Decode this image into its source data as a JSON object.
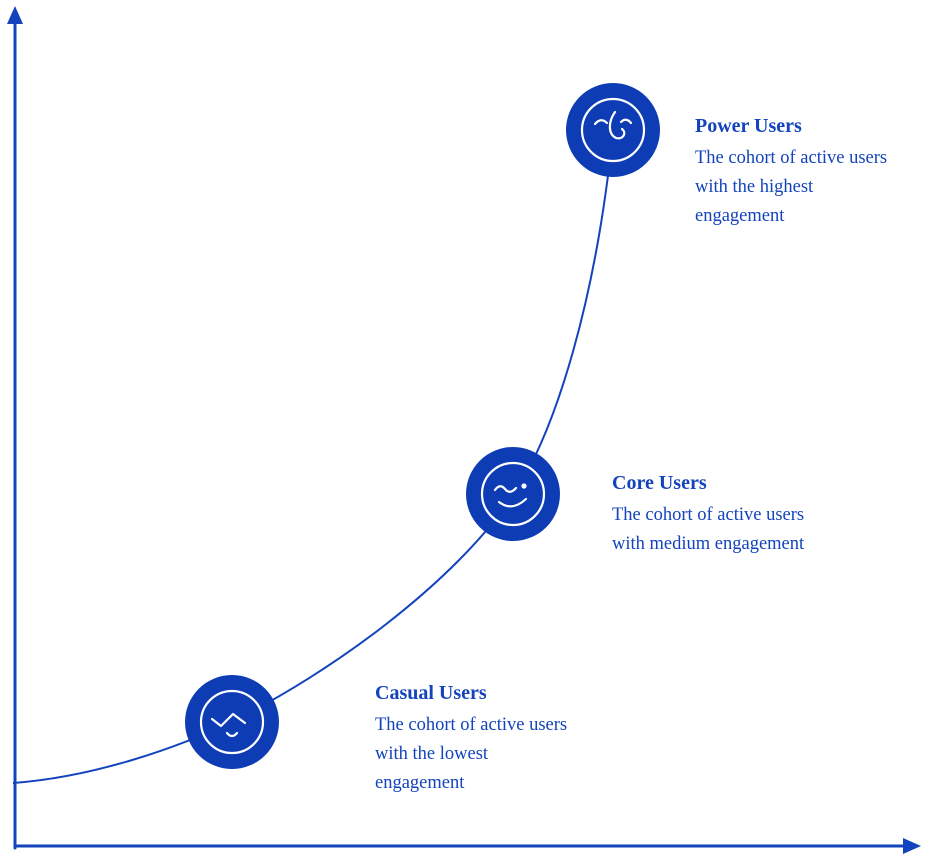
{
  "colors": {
    "accent": "#1343bd",
    "node_fill": "#0d3cb5",
    "icon_stroke": "#ffffff"
  },
  "diagram": {
    "kind": "engagement-growth-curve"
  },
  "nodes": [
    {
      "title": "Casual Users",
      "description": "The cohort of active users with the lowest engagement",
      "icon": "casual-user-face-icon"
    },
    {
      "title": "Core Users",
      "description": "The cohort of active users with medium engagement",
      "icon": "core-user-face-icon"
    },
    {
      "title": "Power Users",
      "description": "The cohort of active users with the highest engagement",
      "icon": "power-user-face-icon"
    }
  ]
}
